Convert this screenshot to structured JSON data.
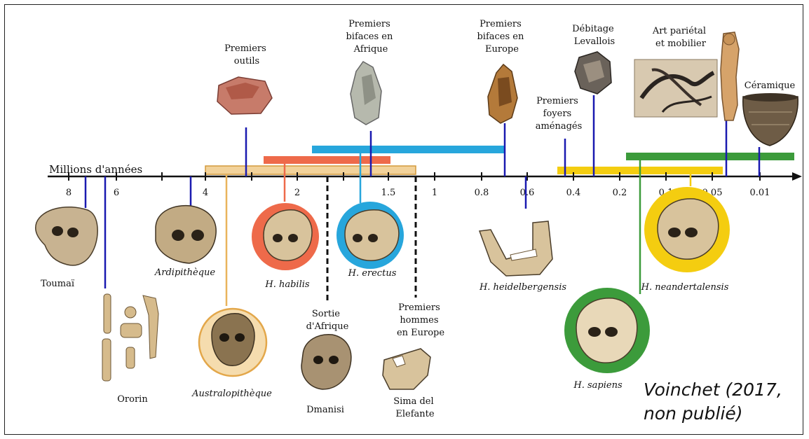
{
  "axis_title": "Millions d'années",
  "ticks": [
    "8",
    "6",
    "4",
    "2",
    "1.5",
    "1",
    "0.8",
    "0.6",
    "0.4",
    "0.2",
    "0.1",
    "0.05",
    "0.01"
  ],
  "events": [
    "Premiers outils",
    "Premiers bifaces en Afrique",
    "Premiers bifaces en Europe",
    "Débitage Levallois",
    "Premiers foyers aménagés",
    "Art pariétal et mobilier",
    "Céramique",
    "Sortie d'Afrique",
    "Premiers hommes en Europe"
  ],
  "hominins": [
    "Toumaï",
    "Ororin",
    "Ardipithèque",
    "Australopithèque",
    "H. habilis",
    "H. erectus",
    "Dmanisi",
    "Sima del Elefante",
    "H. heidelbergensis",
    "H. neandertalensis",
    "H. sapiens"
  ],
  "credit": "Voinchet (2017,\nnon publié)",
  "colors": {
    "australopitheque": "#e9b45c",
    "habilis": "#ee6a4a",
    "erectus": "#27a6dc",
    "neandertal": "#f4cd10",
    "sapiens": "#3c9b3b",
    "marker": "#1a1ab0"
  },
  "icons": [
    "flaked-tool-icon",
    "hand-axe-icon",
    "levallois-core-icon",
    "cave-art-icon",
    "venus-figurine-icon",
    "ceramic-pot-icon",
    "skull-icon",
    "jaw-icon",
    "bone-icon"
  ]
}
